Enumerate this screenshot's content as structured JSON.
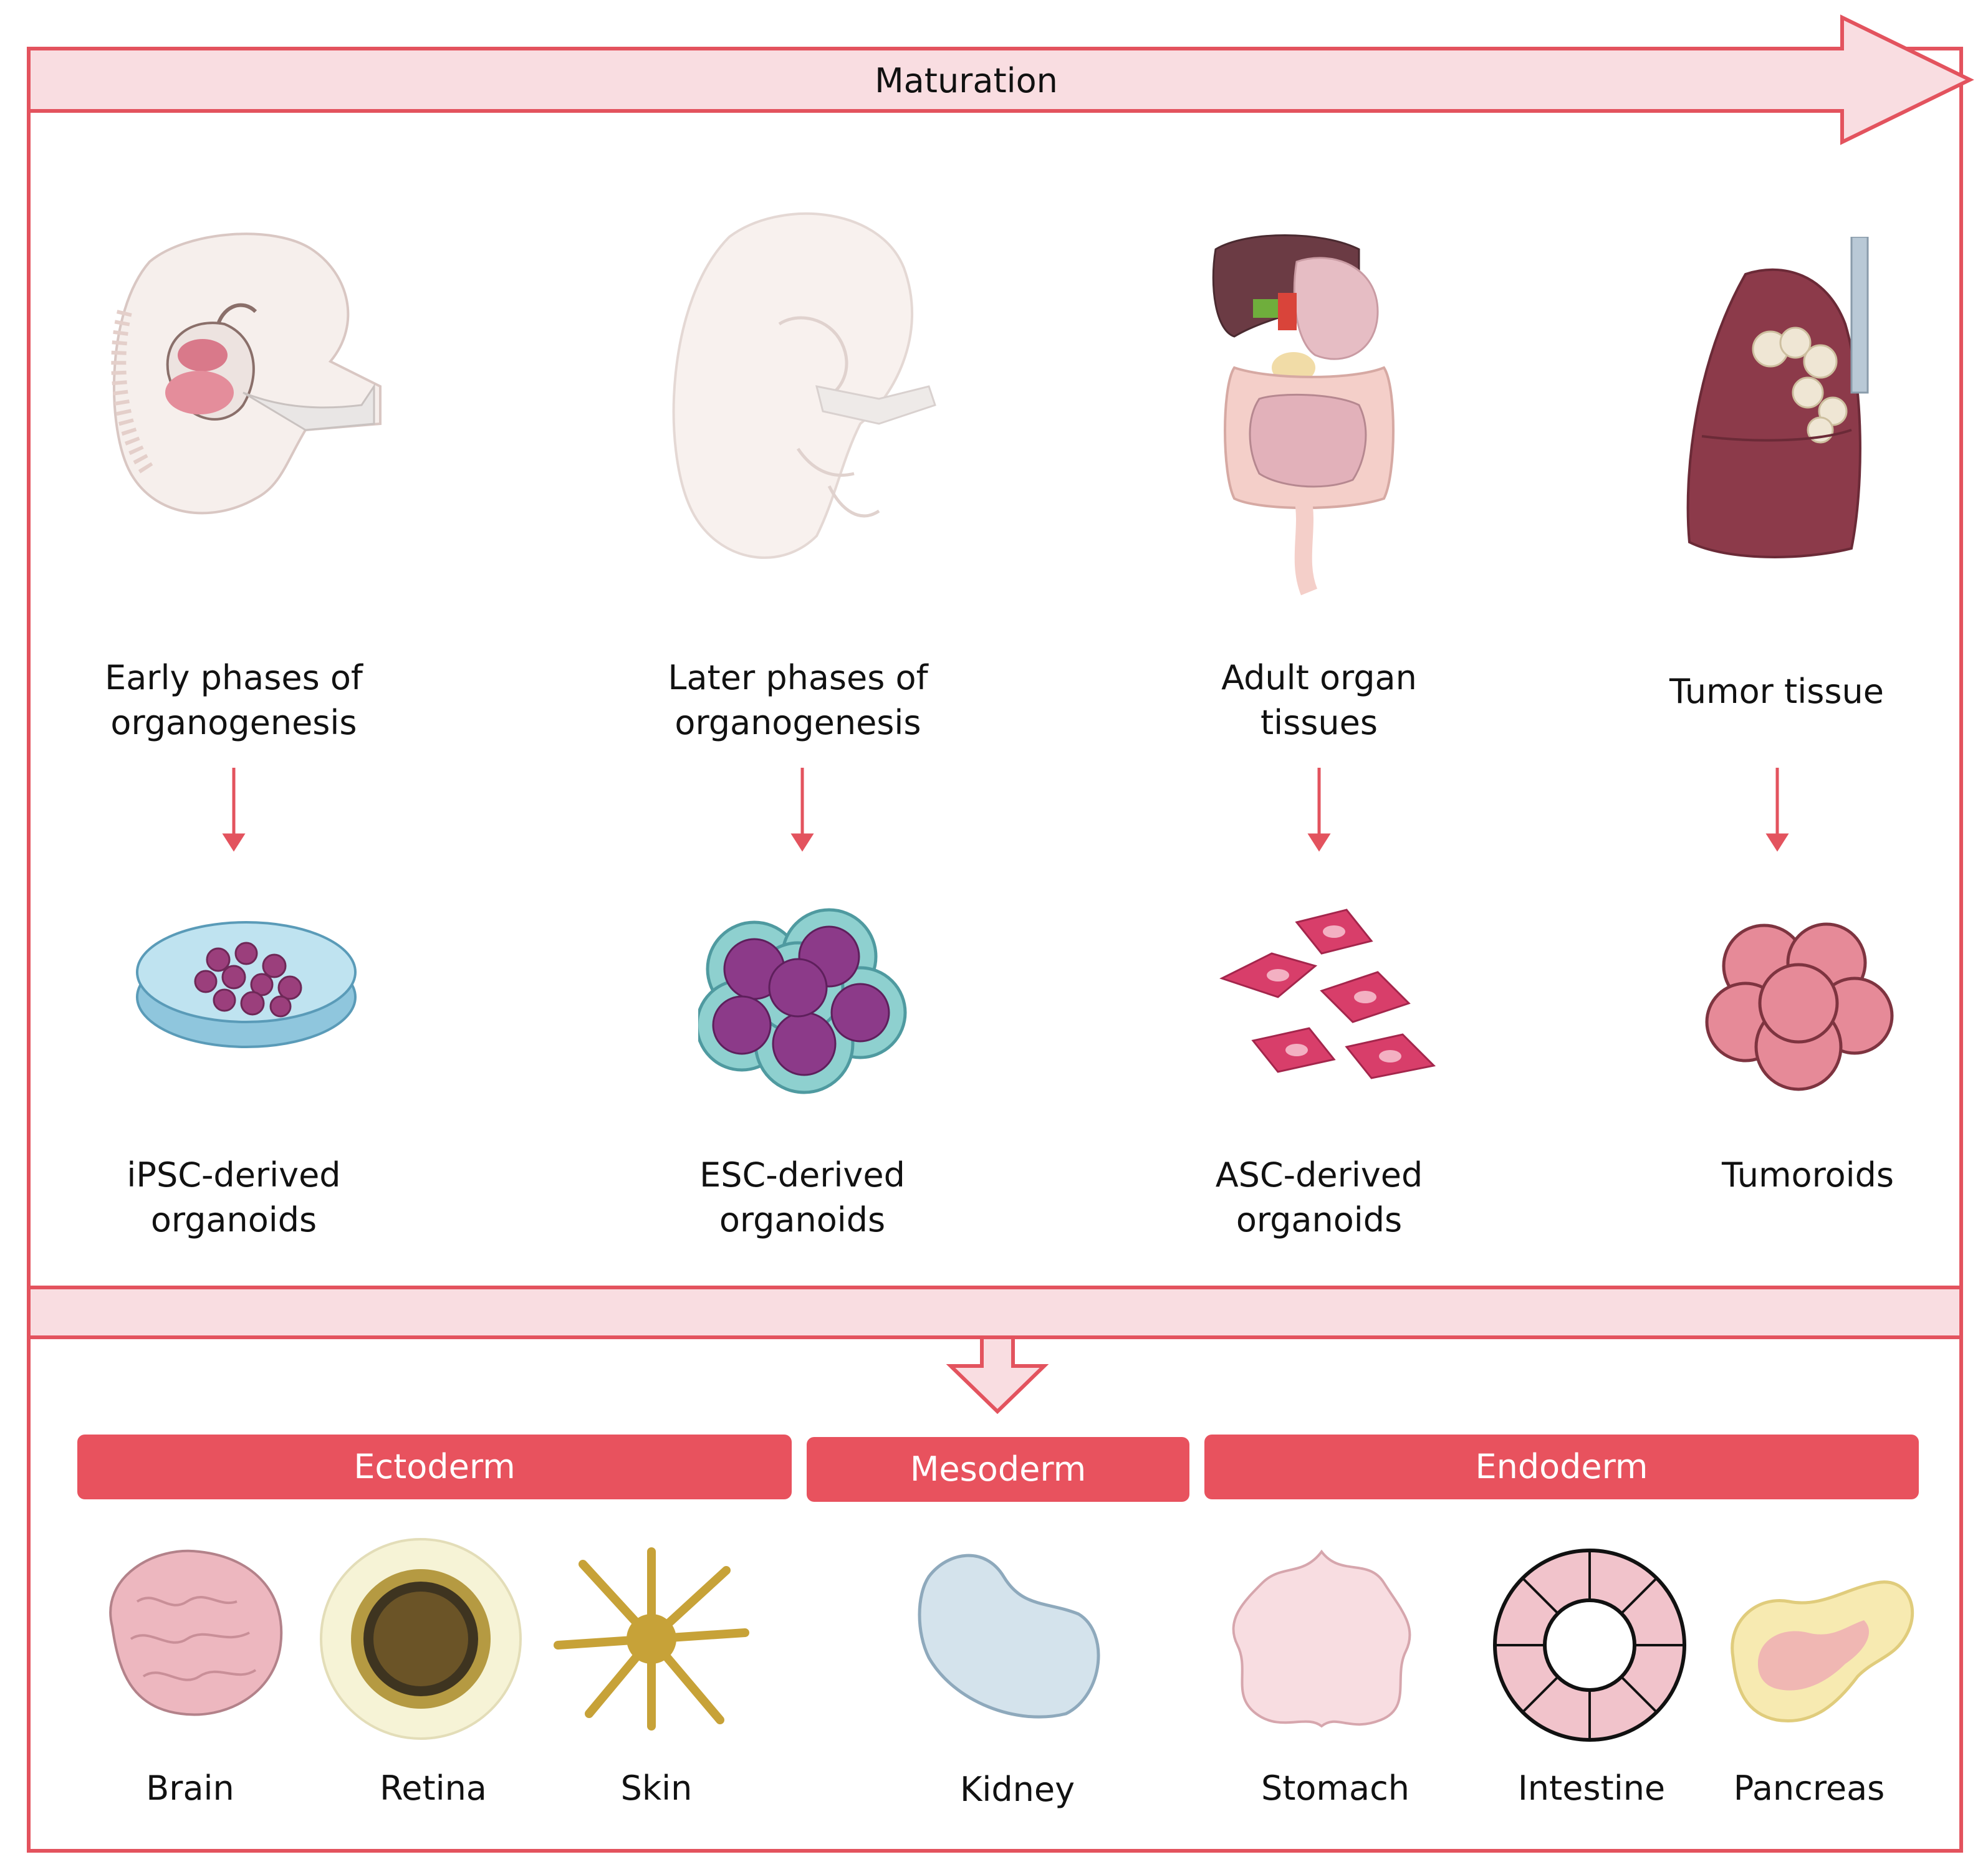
{
  "maturation_label": "Maturation",
  "stages": [
    {
      "line1": "Early phases of",
      "line2": "organogenesis",
      "organoid_line1": "iPSC-derived",
      "organoid_line2": "organoids"
    },
    {
      "line1": "Later phases of",
      "line2": "organogenesis",
      "organoid_line1": "ESC-derived",
      "organoid_line2": "organoids"
    },
    {
      "line1": "Adult organ",
      "line2": "tissues",
      "organoid_line1": "ASC-derived",
      "organoid_line2": "organoids"
    },
    {
      "line1": "Tumor tissue",
      "line2": "",
      "organoid_line1": "Tumoroids",
      "organoid_line2": ""
    }
  ],
  "germ_layers": [
    {
      "name": "Ectoderm",
      "organs": [
        "Brain",
        "Retina",
        "Skin"
      ]
    },
    {
      "name": "Mesoderm",
      "organs": [
        "Kidney"
      ]
    },
    {
      "name": "Endoderm",
      "organs": [
        "Stomach",
        "Intestine",
        "Pancreas"
      ]
    }
  ],
  "colors": {
    "accent": "#e8525e",
    "border": "#e3535e",
    "arrow_fill": "#f9dde1"
  }
}
